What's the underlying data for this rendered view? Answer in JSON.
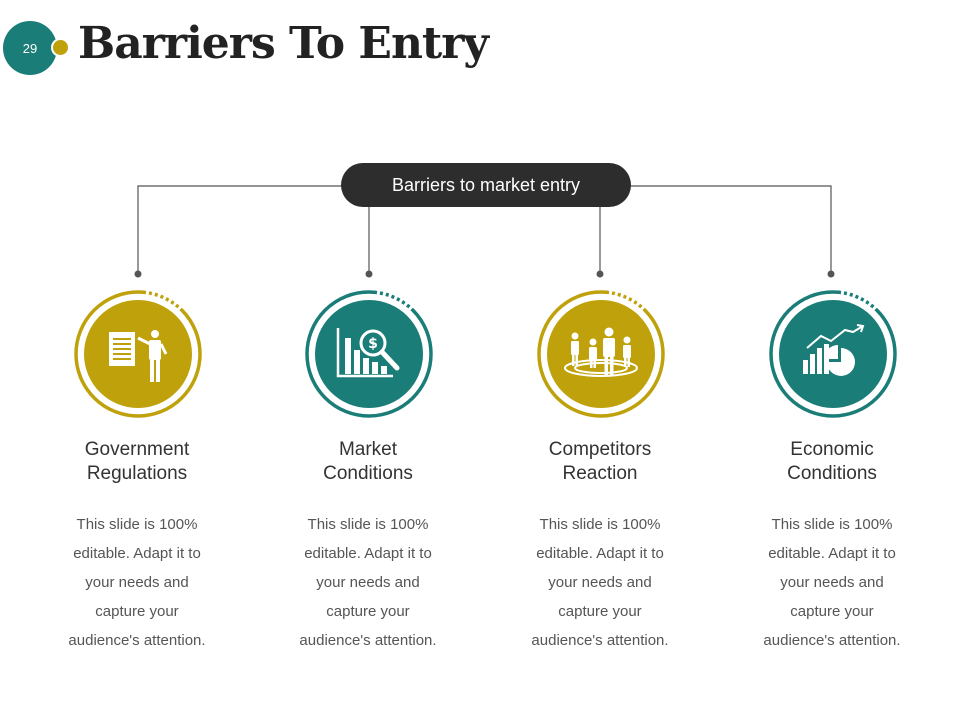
{
  "slide": {
    "number": "29",
    "title": "Barriers To Entry"
  },
  "colors": {
    "gold": "#bfa10b",
    "teal": "#1b7d78",
    "dark": "#2d2d2d"
  },
  "root": {
    "label": "Barriers to market entry"
  },
  "cards": [
    {
      "title_line1": "Government",
      "title_line2": "Regulations",
      "desc": [
        "This slide is 100%",
        "editable. Adapt it to",
        "your needs and",
        "capture your",
        "audience's attention."
      ],
      "icon": "document-presenter-icon",
      "color": "gold"
    },
    {
      "title_line1": "Market",
      "title_line2": "Conditions",
      "desc": [
        "This slide is 100%",
        "editable. Adapt it to",
        "your needs and",
        "capture your",
        "audience's attention."
      ],
      "icon": "bar-chart-dollar-search-icon",
      "color": "teal"
    },
    {
      "title_line1": "Competitors",
      "title_line2": "Reaction",
      "desc": [
        "This slide is 100%",
        "editable. Adapt it to",
        "your needs and",
        "capture your",
        "audience's attention."
      ],
      "icon": "people-target-icon",
      "color": "gold"
    },
    {
      "title_line1": "Economic",
      "title_line2": "Conditions",
      "desc": [
        "This slide is 100%",
        "editable. Adapt it to",
        "your needs and",
        "capture your",
        "audience's attention."
      ],
      "icon": "growth-chart-pie-icon",
      "color": "teal"
    }
  ]
}
